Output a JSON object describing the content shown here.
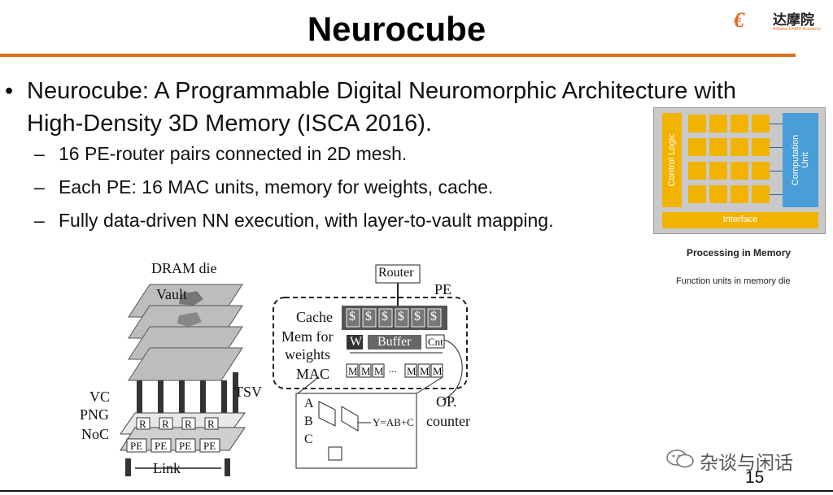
{
  "slide": {
    "title": "Neurocube",
    "page_number": "15",
    "accent_color": "#d9711f"
  },
  "logo": {
    "mark": "€",
    "chinese": "达摩院",
    "subtitle": "Alibaba DAMO Academy"
  },
  "bullets": {
    "main": "Neurocube: A Programmable Digital Neuromorphic Architecture with High-Density 3D Memory (ISCA 2016).",
    "sub": [
      "16 PE-router pairs connected in 2D mesh.",
      "Each PE: 16 MAC units, memory for weights, cache.",
      "Fully data-driven NN execution, with layer-to-vault mapping."
    ],
    "bullet_glyph": "•",
    "dash_glyph": "–"
  },
  "pim_figure": {
    "control_label": "Control Logic",
    "computation_label_line1": "Computation",
    "computation_label_line2": "Unit",
    "interface_label": "Interface",
    "caption": "Processing in Memory",
    "note": "Function units in memory die",
    "yellow": "#f2b300",
    "blue": "#4a9ed8"
  },
  "neurocube_figure": {
    "dram_die": "DRAM die",
    "vault": "Vault",
    "vc": "VC",
    "png": "PNG",
    "noc": "NoC",
    "tsv": "TSV",
    "link": "Link",
    "router": "Router",
    "pe": "PE",
    "cache": "Cache",
    "mem_for": "Mem for",
    "weights": "weights",
    "mac": "MAC",
    "buffer": "Buffer",
    "w": "W",
    "cnt": "Cnt",
    "dollar": "$",
    "m": "M",
    "dots": "...",
    "op": "OP.",
    "counter": "counter",
    "a": "A",
    "b": "B",
    "c": "C",
    "equation": "Y=AB+C",
    "pe_cell": "PE",
    "r_cell": "R"
  },
  "watermark": {
    "text": "杂谈与闲话"
  }
}
